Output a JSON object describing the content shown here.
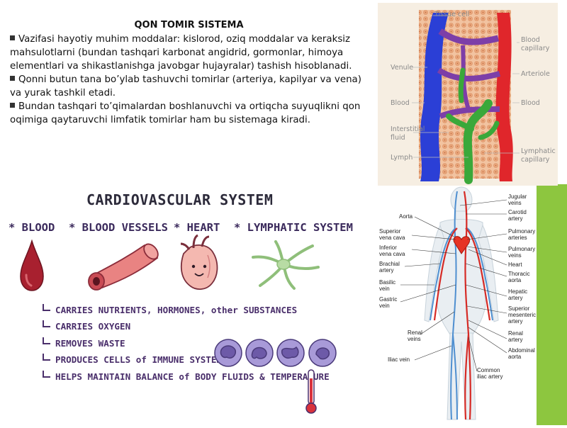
{
  "text_block": {
    "title": "QON TOMIR SISTEMA",
    "bullets": [
      "Vazifasi hayotiy muhim moddalar: kislorod, oziq moddalar va keraksiz mahsulotlarni (bundan tashqari karbonat angidrid, gormonlar, himoya elementlari va shikastlanishga javobgar hujayralar) tashish hisoblanadi.",
      "Qonni butun tana bo’ylab tashuvchi tomirlar (arteriya, kapilyar va vena) va yurak tashkil etadi.",
      "Bundan tashqari to’qimalardan boshlanuvchi va ortiqcha suyuqlikni qon oqimiga qaytaruvchi limfatik tomirlar ham bu sistemaga kiradi."
    ]
  },
  "capillary_diagram": {
    "labels": {
      "tissue_cell": "Tissue cell",
      "blood_capillary_1": "Blood",
      "blood_capillary_2": "capillary",
      "venule": "Venule",
      "arteriole": "Arteriole",
      "blood_left": "Blood",
      "blood_right": "Blood",
      "interstitial_1": "Interstitial",
      "interstitial_2": "fluid",
      "lymph": "Lymph",
      "lymphatic_1": "Lymphatic",
      "lymphatic_2": "capillary"
    },
    "colors": {
      "vein": "#2b3fd6",
      "artery": "#e0262b",
      "capillary": "#7d3ea8",
      "lymph": "#3aa83a",
      "tissue": "#f0b48c"
    }
  },
  "cardio": {
    "title": "CARDIOVASCULAR SYSTEM",
    "categories": [
      "* BLOOD",
      "* BLOOD VESSELS",
      "* HEART",
      "* LYMPHATIC SYSTEM"
    ],
    "functions": [
      "CARRIES NUTRIENTS, HORMONES, other SUBSTANCES",
      "CARRIES OXYGEN",
      "REMOVES WASTE",
      "PRODUCES CELLS of IMMUNE SYSTEM",
      "HELPS MAINTAIN BALANCE of BODY FLUIDS & TEMPERATURE"
    ]
  },
  "body_diagram": {
    "left_labels": [
      "Aorta",
      "Superior",
      "vena cava",
      "Inferior",
      "vena cava",
      "Brachial",
      "artery",
      "Basilic",
      "vein",
      "Gastric",
      "vein",
      "Renal",
      "veins",
      "Iliac vein"
    ],
    "right_labels": [
      "Jugular",
      "veins",
      "Carotid",
      "artery",
      "Pulmonary",
      "arteries",
      "Pulmonary",
      "veins",
      "Heart",
      "Thoracic",
      "aorta",
      "Hepatic",
      "artery",
      "Superior",
      "mesenteric",
      "artery",
      "Renal",
      "artery",
      "Abdominal",
      "aorta",
      "Common",
      "iliac artery"
    ]
  }
}
